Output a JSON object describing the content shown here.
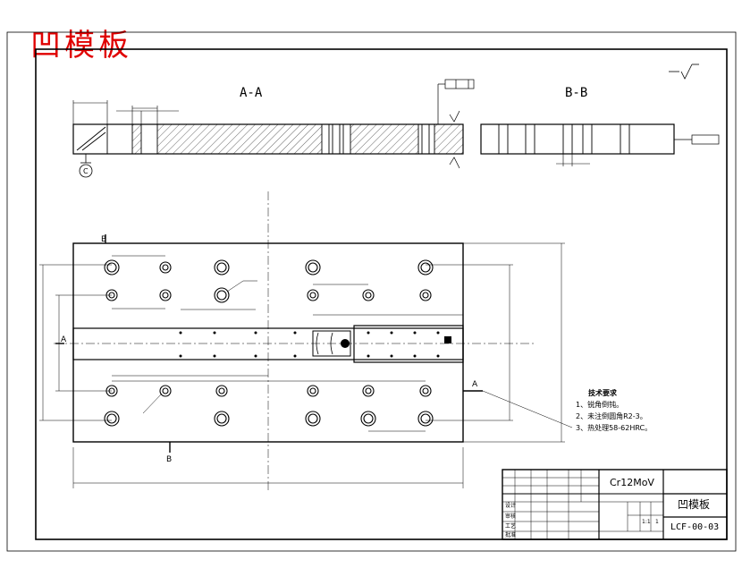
{
  "stamp_title": "凹模板",
  "views": {
    "section_a": "A-A",
    "section_b": "B-B"
  },
  "labels": {
    "datum_c": "C",
    "cut_a1": "A",
    "cut_a2": "A",
    "cut_b1": "B",
    "cut_b2": "B"
  },
  "technical_notes": {
    "title": "技术要求",
    "items": [
      "1、锐角倒钝。",
      "2、未注倒圆角R2-3。",
      "3、热处理58-62HRC。"
    ]
  },
  "title_block": {
    "material": "Cr12MoV",
    "part_name": "凹模板",
    "drawing_number": "LCF-00-03",
    "scale": "1:1",
    "sheet": "1",
    "approval_rows": [
      "设计",
      "审核",
      "工艺",
      "批准"
    ]
  },
  "colors": {
    "stamp": "#e00000",
    "line": "#000000"
  }
}
